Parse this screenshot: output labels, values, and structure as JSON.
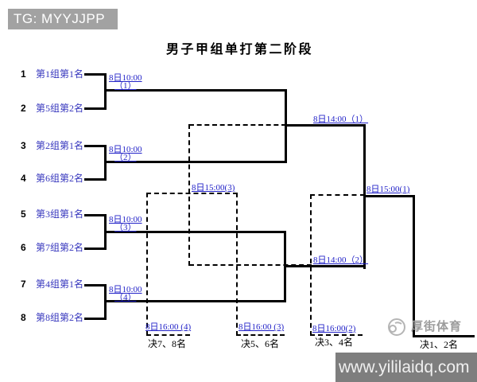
{
  "header": {
    "tg_label": "TG: MYYJJPP",
    "title": "男子甲组单打第二阶段"
  },
  "entries": [
    {
      "seed": "1",
      "name": "第1组第1名"
    },
    {
      "seed": "2",
      "name": "第5组第2名"
    },
    {
      "seed": "3",
      "name": "第2组第1名"
    },
    {
      "seed": "4",
      "name": "第6组第2名"
    },
    {
      "seed": "5",
      "name": "第3组第1名"
    },
    {
      "seed": "6",
      "name": "第7组第2名"
    },
    {
      "seed": "7",
      "name": "第4组第1名"
    },
    {
      "seed": "8",
      "name": "第8组第2名"
    }
  ],
  "matches": {
    "quarterfinals": [
      {
        "time": "8日10:00",
        "num": "（1）"
      },
      {
        "time": "8日10:00",
        "num": "（2）"
      },
      {
        "time": "8日10:00",
        "num": "（3）"
      },
      {
        "time": "8日10:00",
        "num": "（4）"
      }
    ],
    "semifinals": [
      {
        "label": "8日14:00（1）"
      },
      {
        "label": "8日14:00（2）"
      }
    ],
    "final": {
      "label": "8日15:00(1)"
    },
    "consolation_semi": {
      "label": "8日15:00(3)"
    },
    "classification": [
      {
        "label": "8日16:00 (4)",
        "places": "决7、8名"
      },
      {
        "label": "8日16:00 (3)",
        "places": "决5、6名"
      },
      {
        "label": "8日16:00(2)",
        "places": "决3、4名"
      }
    ],
    "final_places": "决1、2名"
  },
  "watermark": {
    "text": "厚街体育"
  },
  "banner": {
    "url_text": "www.yililaidq.com"
  },
  "colors": {
    "label_blue": "#2323c8",
    "entry_blue": "#3535bd",
    "tg_bg": "#a2a2a2",
    "banner_bg": "#7e7e7e",
    "watermark_gray": "#9c9c9c"
  }
}
